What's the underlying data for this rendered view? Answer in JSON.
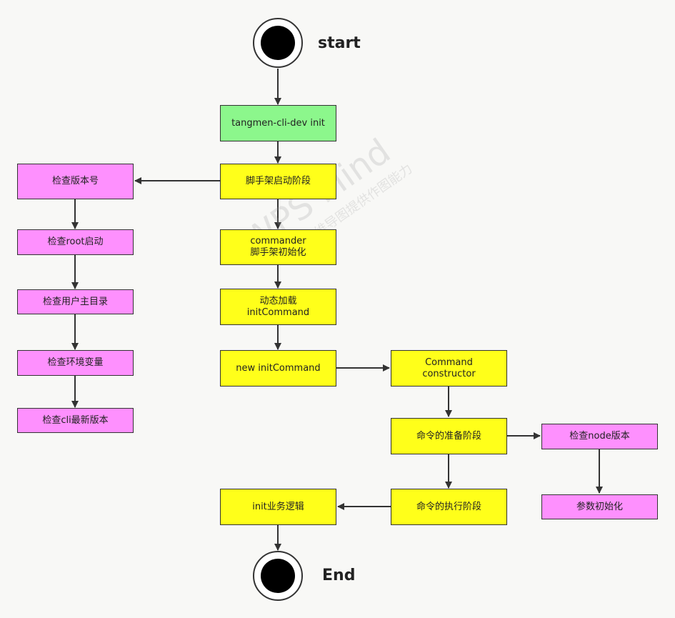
{
  "diagram": {
    "start": {
      "label": "start"
    },
    "end": {
      "label": "End"
    },
    "nodes": {
      "cli_init": "tangmen-cli-dev init",
      "scaffold_start": "脚手架启动阶段",
      "commander_init": "commander\n脚手架初始化",
      "dynamic_load": "动态加载\ninitCommand",
      "new_init_command": "new initCommand",
      "command_constructor": "Command\nconstructor",
      "prepare_stage": "命令的准备阶段",
      "exec_stage": "命令的执行阶段",
      "init_logic": "init业务逻辑",
      "check_version": "检查版本号",
      "check_root": "检查root启动",
      "check_home": "检查用户主目录",
      "check_env": "检查环境变量",
      "check_cli_latest": "检查cli最新版本",
      "check_node": "检查node版本",
      "param_init": "参数初始化"
    },
    "colors": {
      "green": "#8cf78c",
      "yellow": "#ffff1a",
      "pink": "#fe90fe",
      "stroke": "#333333"
    }
  },
  "watermark": {
    "main": "WPS Mind",
    "sub": "WPS思维导图提供作图能力"
  }
}
